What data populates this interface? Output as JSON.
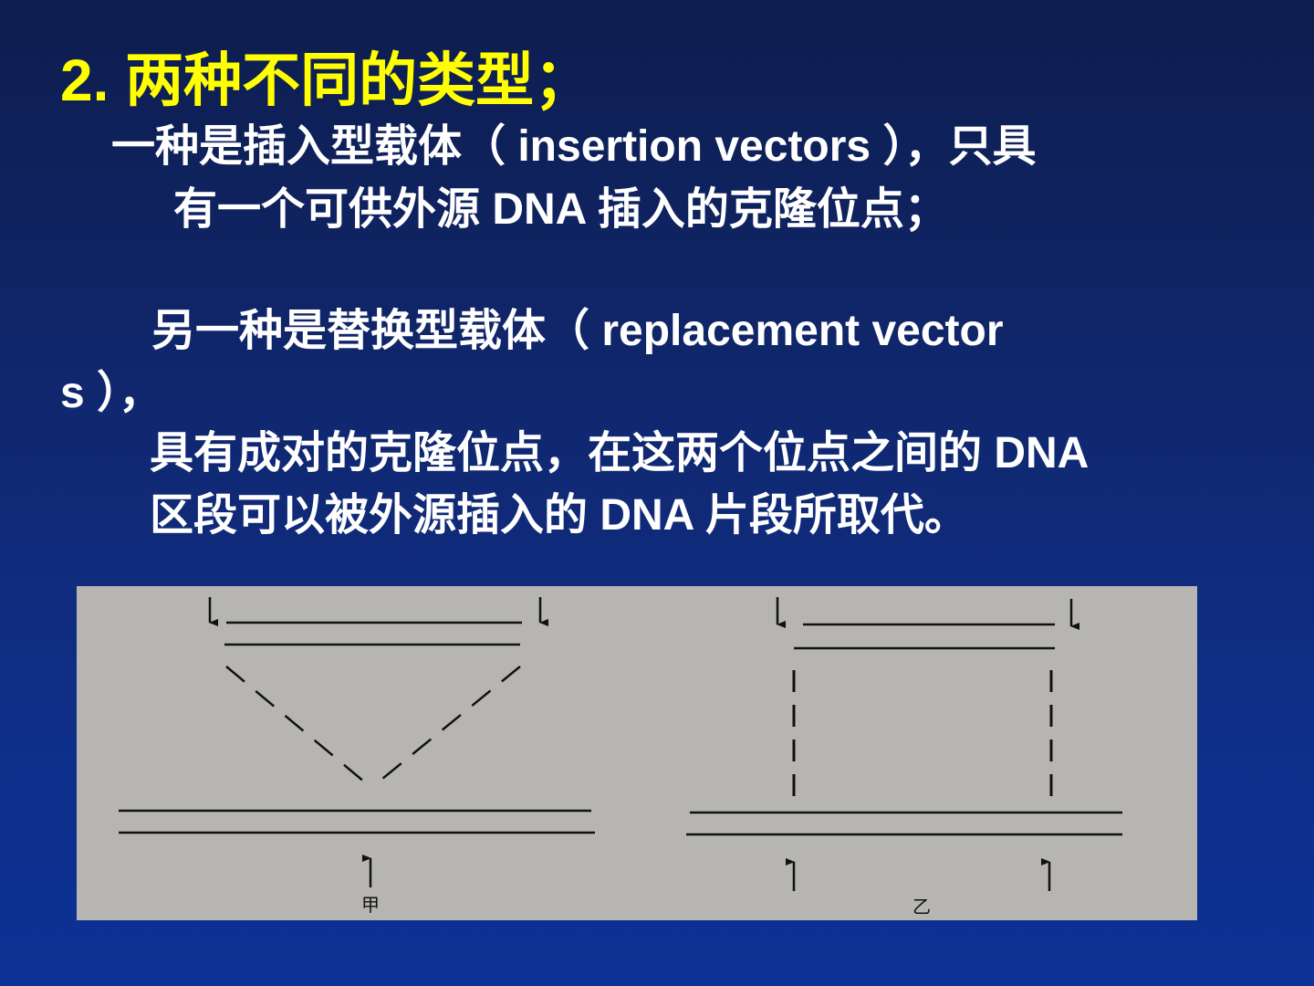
{
  "slide": {
    "title": "2.  两种不同的类型；",
    "paragraph1": {
      "line1": "一种是插入型载体（ insertion vectors ），只具",
      "line2": "有一个可供外源 DNA 插入的克隆位点；"
    },
    "paragraph2": {
      "line1": "另一种是替换型载体（ replacement  vector",
      "line2": "s ），",
      "line3": "具有成对的克隆位点，在这两个位点之间的 DNA",
      "line4": "区段可以被外源插入的   DNA 片段所取代。"
    }
  },
  "figure": {
    "label_left": "甲",
    "label_right": "乙",
    "colors": {
      "background": "#b6b5b2",
      "ink": "#111111"
    }
  }
}
